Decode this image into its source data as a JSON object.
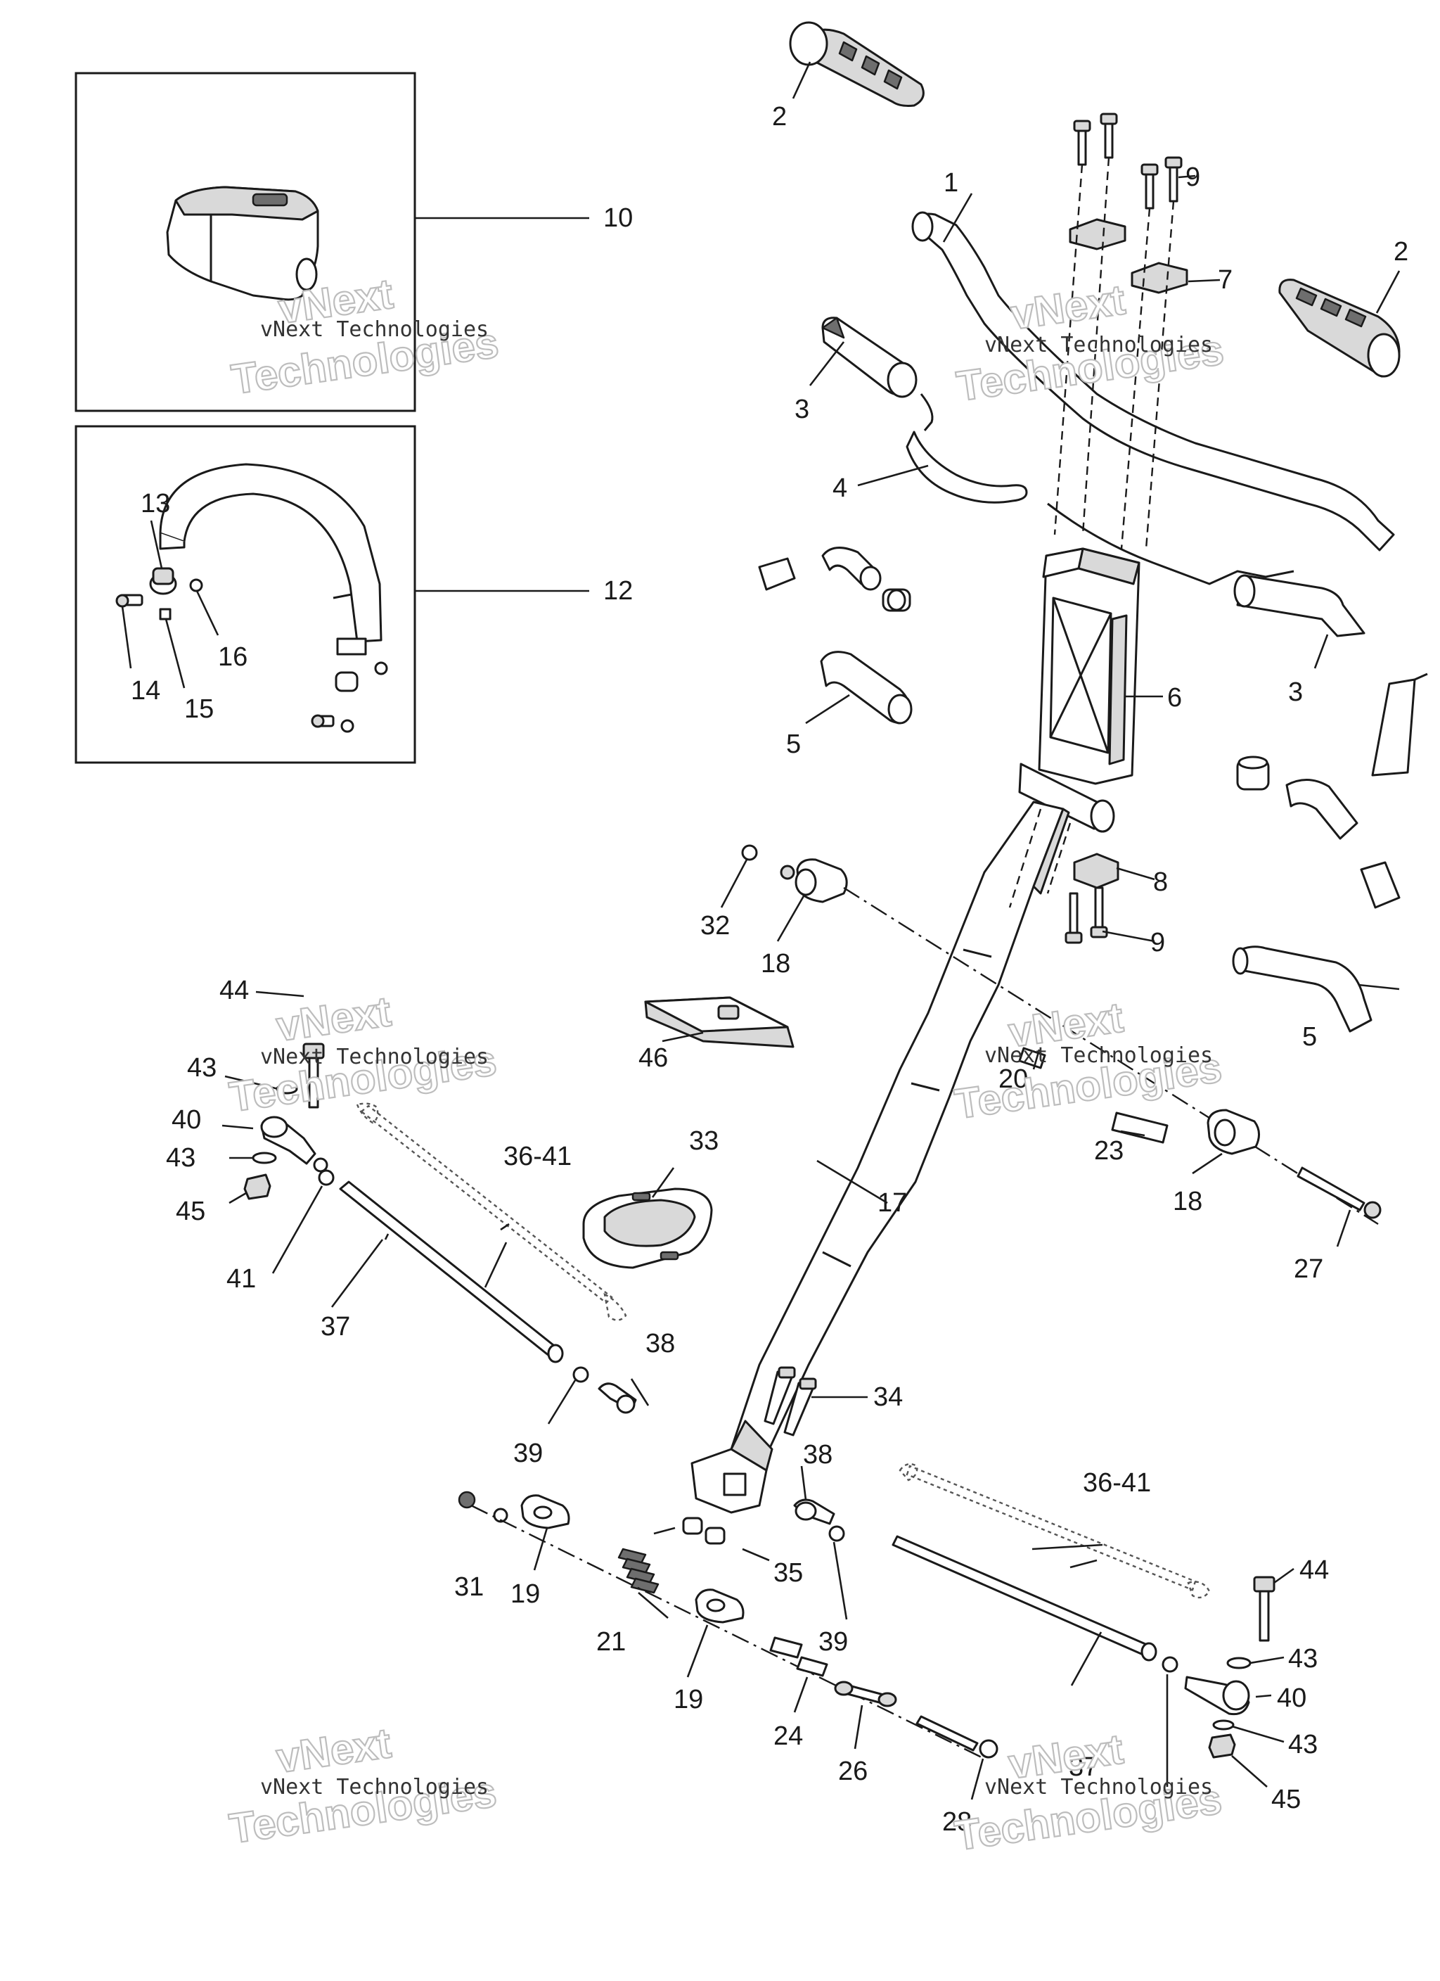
{
  "callouts": [
    {
      "id": "c1",
      "text": "1"
    },
    {
      "id": "c2a",
      "text": "2"
    },
    {
      "id": "c2b",
      "text": "2"
    },
    {
      "id": "c3a",
      "text": "3"
    },
    {
      "id": "c3b",
      "text": "3"
    },
    {
      "id": "c4",
      "text": "4"
    },
    {
      "id": "c5a",
      "text": "5"
    },
    {
      "id": "c5b",
      "text": "5"
    },
    {
      "id": "c6",
      "text": "6"
    },
    {
      "id": "c7",
      "text": "7"
    },
    {
      "id": "c8",
      "text": "8"
    },
    {
      "id": "c9a",
      "text": "9"
    },
    {
      "id": "c9b",
      "text": "9"
    },
    {
      "id": "c10",
      "text": "10"
    },
    {
      "id": "c12",
      "text": "12"
    },
    {
      "id": "c13",
      "text": "13"
    },
    {
      "id": "c14",
      "text": "14"
    },
    {
      "id": "c15",
      "text": "15"
    },
    {
      "id": "c16",
      "text": "16"
    },
    {
      "id": "c17",
      "text": "17"
    },
    {
      "id": "c18a",
      "text": "18"
    },
    {
      "id": "c18b",
      "text": "18"
    },
    {
      "id": "c19a",
      "text": "19"
    },
    {
      "id": "c19b",
      "text": "19"
    },
    {
      "id": "c20",
      "text": "20"
    },
    {
      "id": "c21",
      "text": "21"
    },
    {
      "id": "c23",
      "text": "23"
    },
    {
      "id": "c24",
      "text": "24"
    },
    {
      "id": "c26",
      "text": "26"
    },
    {
      "id": "c27",
      "text": "27"
    },
    {
      "id": "c28",
      "text": "28"
    },
    {
      "id": "c31",
      "text": "31"
    },
    {
      "id": "c32",
      "text": "32"
    },
    {
      "id": "c33",
      "text": "33"
    },
    {
      "id": "c34",
      "text": "34"
    },
    {
      "id": "c35",
      "text": "35"
    },
    {
      "id": "c36a",
      "text": "36-41"
    },
    {
      "id": "c36b",
      "text": "36-41"
    },
    {
      "id": "c37a",
      "text": "37"
    },
    {
      "id": "c37b",
      "text": "37"
    },
    {
      "id": "c38a",
      "text": "38"
    },
    {
      "id": "c38b",
      "text": "38"
    },
    {
      "id": "c39a",
      "text": "39"
    },
    {
      "id": "c39b",
      "text": "39"
    },
    {
      "id": "c40a",
      "text": "40"
    },
    {
      "id": "c40b",
      "text": "40"
    },
    {
      "id": "c41",
      "text": "41"
    },
    {
      "id": "c43a",
      "text": "43"
    },
    {
      "id": "c43b",
      "text": "43"
    },
    {
      "id": "c43c",
      "text": "43"
    },
    {
      "id": "c43d",
      "text": "43"
    },
    {
      "id": "c44a",
      "text": "44"
    },
    {
      "id": "c44b",
      "text": "44"
    },
    {
      "id": "c45a",
      "text": "45"
    },
    {
      "id": "c45b",
      "text": "45"
    },
    {
      "id": "c46",
      "text": "46"
    }
  ],
  "watermark": {
    "line1": "vNext Technologies",
    "big1": "vNext",
    "big2": "Technologies"
  }
}
